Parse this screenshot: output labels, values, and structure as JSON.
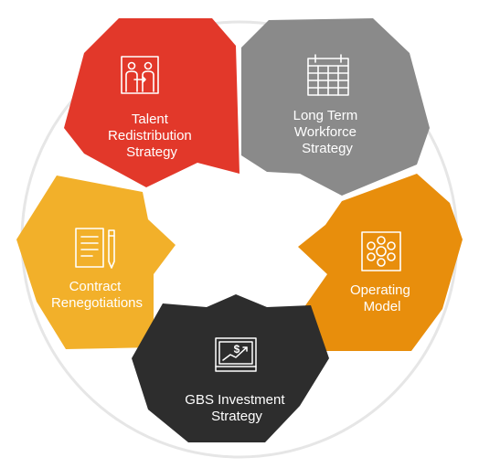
{
  "diagram": {
    "segments": [
      {
        "id": "talent",
        "label_lines": [
          "Talent",
          "Redistribution",
          "Strategy"
        ],
        "color": "#e2382a",
        "icon": "people-exchange-icon"
      },
      {
        "id": "workforce",
        "label_lines": [
          "Long Term",
          "Workforce",
          "Strategy"
        ],
        "color": "#8a8a8a",
        "icon": "calendar-icon"
      },
      {
        "id": "operating",
        "label_lines": [
          "Operating",
          "Model"
        ],
        "color": "#e88e0c",
        "icon": "network-icon"
      },
      {
        "id": "gbs",
        "label_lines": [
          "GBS Investment",
          "Strategy"
        ],
        "color": "#2d2d2d",
        "icon": "investment-monitor-icon"
      },
      {
        "id": "contract",
        "label_lines": [
          "Contract",
          "Renegotiations"
        ],
        "color": "#f2b02a",
        "icon": "contract-pen-icon"
      }
    ],
    "ring_color": "#e6e6e6"
  }
}
